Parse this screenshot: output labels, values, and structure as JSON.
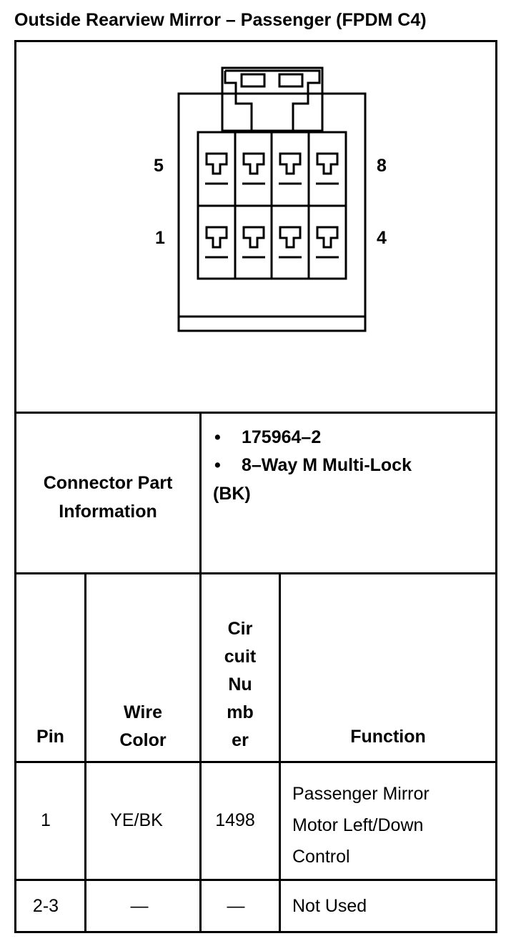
{
  "title": "Outside Rearview Mirror – Passenger (FPDM C4)",
  "diagram": {
    "pin_labels": {
      "top_left": "5",
      "top_right": "8",
      "bottom_left": "1",
      "bottom_right": "4"
    }
  },
  "connector_info": {
    "label_line1": "Connector Part",
    "label_line2": "Information",
    "bullet": "•",
    "part_number": "175964–2",
    "description_line1": "8–Way M Multi-Lock",
    "description_line2": "(BK)"
  },
  "table": {
    "headers": {
      "pin": "Pin",
      "wire_color_1": "Wire",
      "wire_color_2": "Color",
      "circuit_1": "Cir",
      "circuit_2": "cuit",
      "circuit_3": "Nu",
      "circuit_4": "mb",
      "circuit_5": "er",
      "function": "Function"
    },
    "rows": [
      {
        "pin": "1",
        "wire_color": "YE/BK",
        "circuit": "1498",
        "function_1": "Passenger Mirror",
        "function_2": "Motor Left/Down",
        "function_3": "Control"
      },
      {
        "pin": "2-3",
        "wire_color": "—",
        "circuit": "—",
        "function_1": "Not Used"
      }
    ]
  }
}
